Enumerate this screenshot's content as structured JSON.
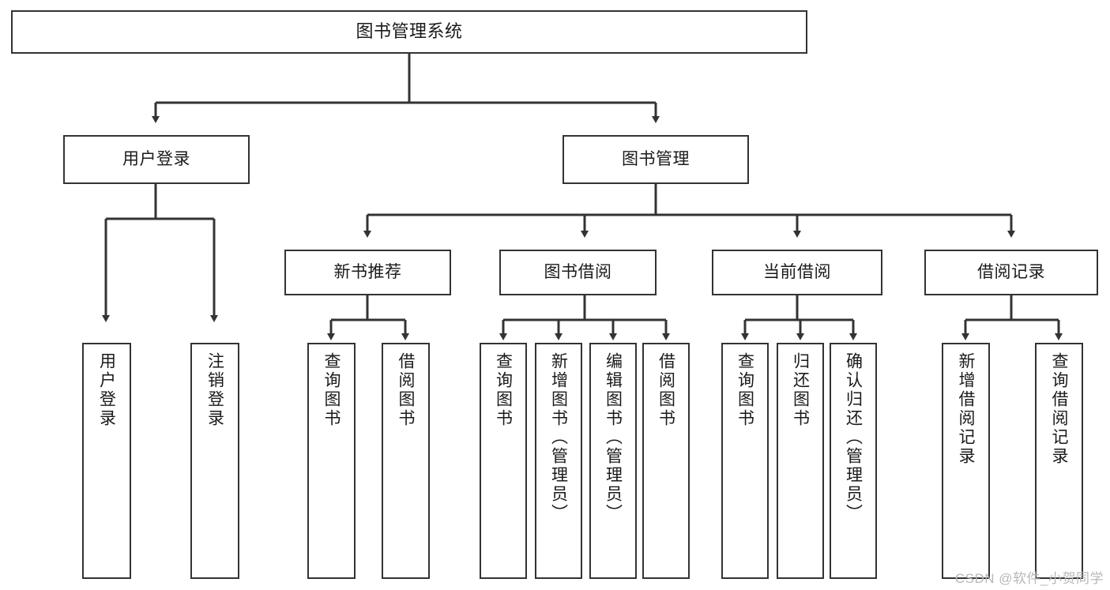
{
  "diagram": {
    "type": "tree-hierarchy",
    "title": "图书管理系统",
    "watermark": "CSDN @软件_小贺同学",
    "style": {
      "box_fill": "#ffffff",
      "box_stroke": "#333333",
      "text_color": "#1a1a1a",
      "background": "#ffffff",
      "watermark_color": "#b8b8b8"
    },
    "nodes": {
      "root": {
        "label": "图书管理系统",
        "orientation": "horizontal"
      },
      "level1": [
        {
          "id": "user-login",
          "label": "用户登录",
          "orientation": "horizontal"
        },
        {
          "id": "book-manage",
          "label": "图书管理",
          "orientation": "horizontal"
        }
      ],
      "level2": [
        {
          "id": "new-book-recommend",
          "label": "新书推荐",
          "orientation": "horizontal"
        },
        {
          "id": "book-borrow",
          "label": "图书借阅",
          "orientation": "horizontal"
        },
        {
          "id": "current-borrow",
          "label": "当前借阅",
          "orientation": "horizontal"
        },
        {
          "id": "borrow-record",
          "label": "借阅记录",
          "orientation": "horizontal"
        }
      ],
      "leaves": {
        "user-login": [
          {
            "id": "leaf-user-login",
            "label": "用户登录",
            "orientation": "vertical"
          },
          {
            "id": "leaf-logout-login",
            "label": "注销登录",
            "orientation": "vertical"
          }
        ],
        "new-book-recommend": [
          {
            "id": "leaf-query-book-1",
            "label": "查询图书",
            "orientation": "vertical"
          },
          {
            "id": "leaf-borrow-book-1",
            "label": "借阅图书",
            "orientation": "vertical"
          }
        ],
        "book-borrow": [
          {
            "id": "leaf-query-book-2",
            "label": "查询图书",
            "orientation": "vertical"
          },
          {
            "id": "leaf-add-book",
            "label": "新增图书（管理员）",
            "orientation": "vertical"
          },
          {
            "id": "leaf-edit-book",
            "label": "编辑图书（管理员）",
            "orientation": "vertical"
          },
          {
            "id": "leaf-borrow-book-2",
            "label": "借阅图书",
            "orientation": "vertical"
          }
        ],
        "current-borrow": [
          {
            "id": "leaf-query-book-3",
            "label": "查询图书",
            "orientation": "vertical"
          },
          {
            "id": "leaf-return-book",
            "label": "归还图书",
            "orientation": "vertical"
          },
          {
            "id": "leaf-confirm-return",
            "label": "确认归还（管理员）",
            "orientation": "vertical"
          }
        ],
        "borrow-record": [
          {
            "id": "leaf-add-record",
            "label": "新增借阅记录",
            "orientation": "vertical"
          },
          {
            "id": "leaf-query-record",
            "label": "查询借阅记录",
            "orientation": "vertical"
          }
        ]
      }
    }
  }
}
